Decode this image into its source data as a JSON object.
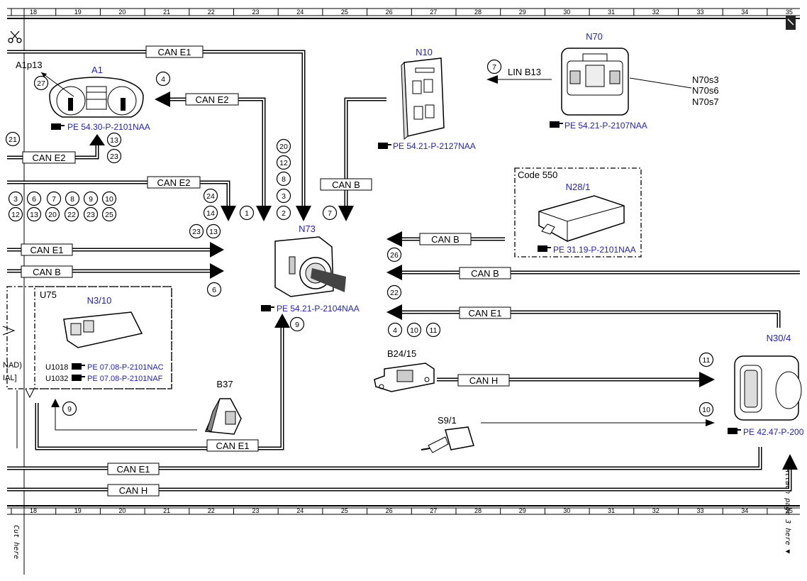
{
  "ruler": {
    "columns": [
      "18",
      "19",
      "20",
      "21",
      "22",
      "23",
      "24",
      "25",
      "26",
      "27",
      "28",
      "29",
      "30",
      "31",
      "32",
      "33",
      "34",
      "35"
    ]
  },
  "margin": {
    "cut_here": "Cut here",
    "attach_here": "Attach page 3 here ▼"
  },
  "arrow_up_marker": "▼",
  "components": {
    "a1": {
      "label": "A1",
      "sub": "A1p13",
      "ref": "PE 54.30-P-2101NAA"
    },
    "n10": {
      "label": "N10",
      "ref": "PE 54.21-P-2127NAA"
    },
    "n70": {
      "label": "N70",
      "subs": [
        "N70s3",
        "N70s6",
        "N70s7"
      ],
      "ref": "PE 54.21-P-2107NAA"
    },
    "n73": {
      "label": "N73",
      "ref": "PE 54.21-P-2104NAA"
    },
    "n28": {
      "code": "Code 550",
      "label": "N28/1",
      "ref": "PE 31.19-P-2101NAA"
    },
    "n30": {
      "label": "N30/4",
      "ref": "PE 42.47-P-200"
    },
    "u75": {
      "label": "U75",
      "sub": "N3/10",
      "rows": [
        {
          "code": "U1018",
          "ref": "PE 07.08-P-2101NAC"
        },
        {
          "code": "U1032",
          "ref": "PE 07.08-P-2101NAF"
        }
      ],
      "cut_left": [
        "NAD)",
        "IAL]"
      ]
    },
    "b24": {
      "label": "B24/15"
    },
    "b37": {
      "label": "B37"
    },
    "s9": {
      "label": "S9/1"
    }
  },
  "buses": {
    "can_e1": "CAN E1",
    "can_e2": "CAN E2",
    "can_b": "CAN B",
    "can_h": "CAN H",
    "lin_b13": "LIN B13"
  },
  "numbers": {
    "n27": "27",
    "n4a": "4",
    "n13": "13",
    "n23": "23",
    "n21": "21",
    "s20": "20",
    "s12": "12",
    "s8": "8",
    "s3": "3",
    "s2": "2",
    "s1": "1",
    "t7": "7",
    "l24": "24",
    "l14": "14",
    "l23": "23",
    "l13": "13",
    "g3": "3",
    "g6": "6",
    "g7": "7",
    "g8": "8",
    "g9": "9",
    "g10": "10",
    "g12": "12",
    "g13": "13",
    "g20": "20",
    "g22": "22",
    "g23": "23",
    "g25": "25",
    "lin7": "7",
    "r26": "26",
    "r22": "22",
    "r4": "4",
    "r10": "10",
    "r11": "11",
    "c6": "6",
    "c9": "9",
    "b9": "9",
    "h11": "11",
    "h10": "10"
  }
}
